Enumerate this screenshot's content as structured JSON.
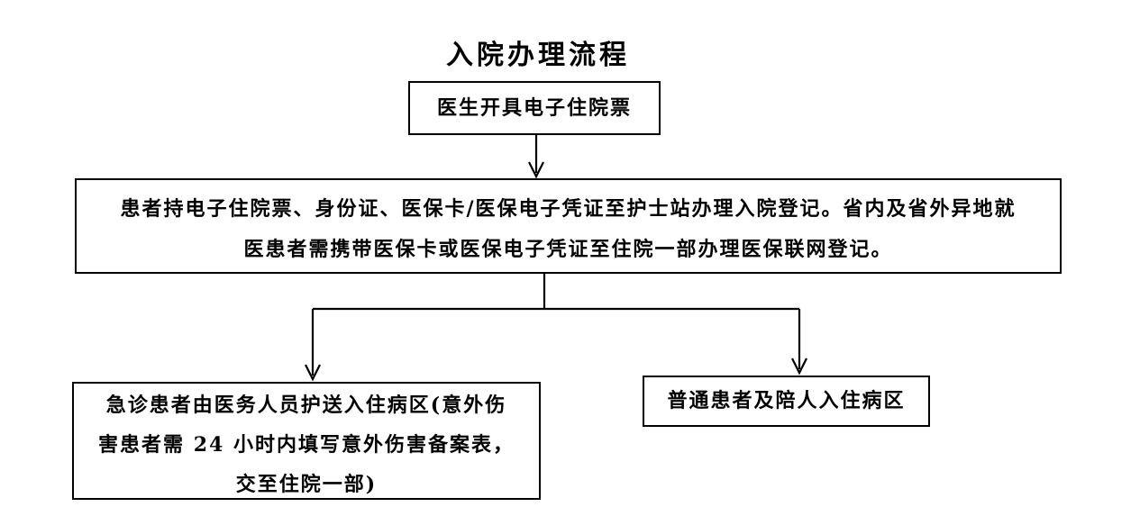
{
  "title": "入院办理流程",
  "flowchart": {
    "top_box": {
      "text": "医生开具电子住院票"
    },
    "wide_box": {
      "line1": "患者持电子住院票、身份证、医保卡/医保电子凭证至护士站办理入院登记。省内及省外异地就",
      "line2": "医患者需携带医保卡或医保电子凭证至住院一部办理医保联网登记。"
    },
    "left_box": {
      "line1": "急诊患者由医务人员护送入住病区(意外伤",
      "line2": "害患者需 24 小时内填写意外伤害备案表，",
      "line3": "交至住院一部)"
    },
    "right_box": {
      "text": "普通患者及陪人入住病区"
    }
  },
  "colors": {
    "background": "#ffffff",
    "text": "#000000",
    "line": "#000000"
  }
}
